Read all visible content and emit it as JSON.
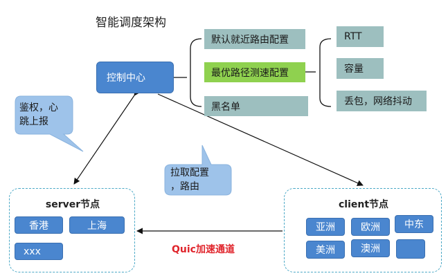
{
  "title": "智能调度架构",
  "control_center": "控制中心",
  "configs": [
    "默认就近路由配置",
    "最优路径测速配置",
    "黑名单"
  ],
  "metrics": [
    "RTT",
    "容量",
    "丢包，网络抖动"
  ],
  "callouts": {
    "auth": [
      "鉴权，心",
      "跳上报"
    ],
    "pull": [
      "拉取配置",
      "，路由"
    ]
  },
  "server": {
    "title": "server节点",
    "nodes": [
      "香港",
      "上海",
      "xxx"
    ]
  },
  "client": {
    "title": "client节点",
    "nodes": [
      "亚洲",
      "欧洲",
      "中东",
      "美洲",
      "澳洲",
      ""
    ]
  },
  "channel_label": "Quic加速通道",
  "colors": {
    "node_blue": "#4a86cf",
    "config_teal": "#9dbfbf",
    "highlight_green": "#8fd14f",
    "callout_blue": "#9ec3ea",
    "panel_border": "#4aa8c6",
    "channel_red": "#e0242b"
  }
}
